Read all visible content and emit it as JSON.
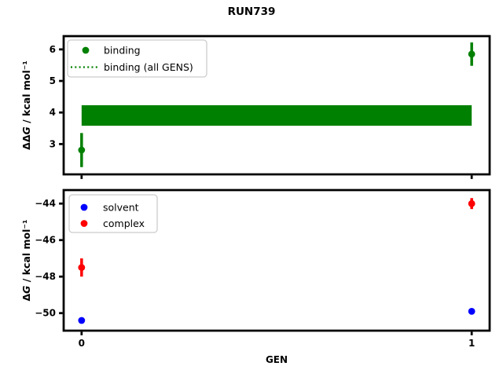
{
  "title": "RUN739",
  "figure": {
    "background": "#ffffff",
    "spine_color": "#000000",
    "legend_border_color": "#cccccc",
    "legend_background": "#ffffff",
    "text_color": "#000000"
  },
  "chart_data": [
    {
      "type": "scatter",
      "panel": "top",
      "title": "",
      "ylabel": "ΔΔG / kcal mol⁻¹",
      "ylabel_parts": {
        "pre": "ΔΔ",
        "it": "G",
        "post": " / kcal mol⁻¹"
      },
      "xlabel": "",
      "xlim": [
        -0.046,
        1.046
      ],
      "ylim": [
        2.04,
        6.42
      ],
      "yticks": [
        3,
        4,
        5,
        6
      ],
      "xticks": [
        0,
        1
      ],
      "show_xtick_labels": false,
      "grid": false,
      "band": {
        "label": "binding (all GENS)",
        "color": "#008000",
        "x": [
          0,
          1
        ],
        "y_low": 3.58,
        "y_high": 4.23,
        "center_linestyle": "dotted"
      },
      "series": [
        {
          "name": "binding",
          "color": "#008000",
          "marker": "circle",
          "x": [
            0,
            1
          ],
          "y": [
            2.81,
            5.85
          ],
          "yerr": [
            0.54,
            0.37
          ]
        }
      ],
      "legend": {
        "position": "upper left",
        "entries": [
          {
            "label": "binding",
            "glyph": "dot",
            "color": "#008000"
          },
          {
            "label": "binding (all GENS)",
            "glyph": "dotted-line",
            "color": "#008000"
          }
        ]
      }
    },
    {
      "type": "scatter",
      "panel": "bottom",
      "title": "",
      "ylabel": "ΔG / kcal mol⁻¹",
      "ylabel_parts": {
        "pre": "Δ",
        "it": "G",
        "post": " / kcal mol⁻¹"
      },
      "xlabel": "GEN",
      "xlim": [
        -0.046,
        1.046
      ],
      "ylim": [
        -50.96,
        -43.26
      ],
      "yticks": [
        -44,
        -46,
        -48,
        -50
      ],
      "xticks": [
        0,
        1
      ],
      "xticklabels": [
        "0",
        "1"
      ],
      "show_xtick_labels": true,
      "grid": false,
      "series": [
        {
          "name": "solvent",
          "color": "#0000ff",
          "marker": "circle",
          "x": [
            0,
            1
          ],
          "y": [
            -50.4,
            -49.9
          ],
          "yerr": [
            0.05,
            0.05
          ]
        },
        {
          "name": "complex",
          "color": "#ff0000",
          "marker": "circle",
          "x": [
            0,
            1
          ],
          "y": [
            -47.5,
            -44.0
          ],
          "yerr": [
            0.5,
            0.3
          ]
        }
      ],
      "legend": {
        "position": "upper left",
        "entries": [
          {
            "label": "solvent",
            "glyph": "dot",
            "color": "#0000ff"
          },
          {
            "label": "complex",
            "glyph": "dot",
            "color": "#ff0000"
          }
        ]
      }
    }
  ]
}
